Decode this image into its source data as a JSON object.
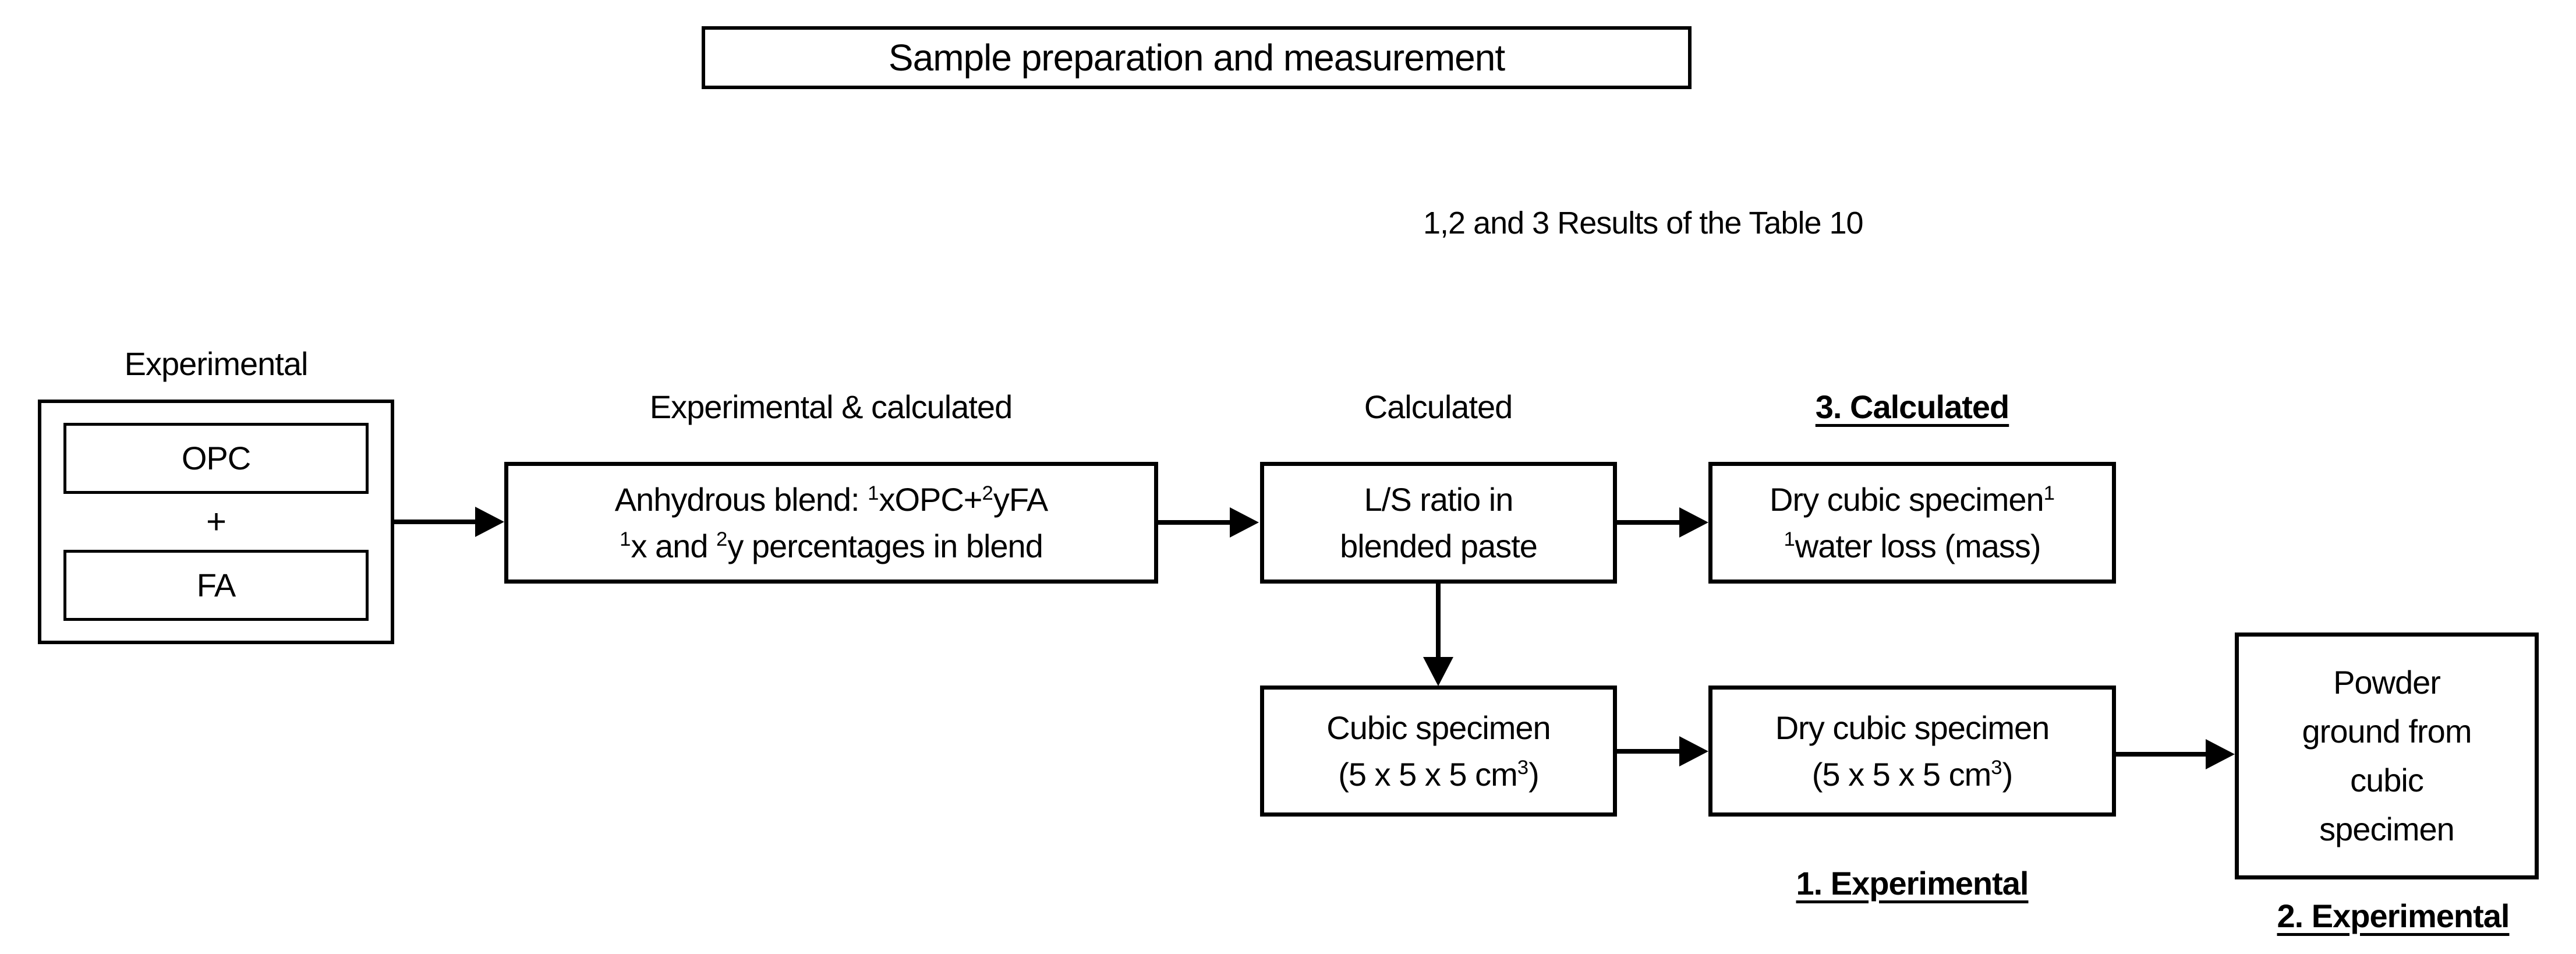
{
  "title": "Sample preparation and measurement",
  "note": "1,2 and 3 Results of the Table 10",
  "source_group": {
    "label": "Experimental",
    "opc": "OPC",
    "plus": "+",
    "fa": "FA"
  },
  "blend_node": {
    "label": "Experimental & calculated",
    "line1": {
      "pre": "Anhydrous blend: ",
      "sup1": "1",
      "mid": "xOPC+",
      "sup2": "2",
      "end": "yFA"
    },
    "line2": {
      "sup1": "1",
      "mid": "x and ",
      "sup2": "2",
      "end": "y percentages in blend"
    }
  },
  "ls_node": {
    "label": "Calculated",
    "line1": "L/S ratio in",
    "line2": "blended paste"
  },
  "dry_calc_node": {
    "label": "3. Calculated",
    "line1": {
      "main": "Dry cubic specimen",
      "sup": "1"
    },
    "line2": {
      "sup": "1",
      "main": "water loss (mass)"
    }
  },
  "cubic_node": {
    "line1": "Cubic specimen",
    "line2": {
      "pre": "(5 x 5 x 5 cm",
      "sup": "3",
      "post": ")"
    }
  },
  "dry_exp_node": {
    "line1": "Dry cubic specimen",
    "line2": {
      "pre": "(5 x 5 x 5 cm",
      "sup": "3",
      "post": ")"
    },
    "label_below": "1. Experimental"
  },
  "powder_node": {
    "lines": [
      "Powder",
      "ground from",
      "cubic",
      "specimen"
    ],
    "label_below": "2. Experimental"
  },
  "colors": {
    "ink": "#000000",
    "background": "#ffffff"
  }
}
